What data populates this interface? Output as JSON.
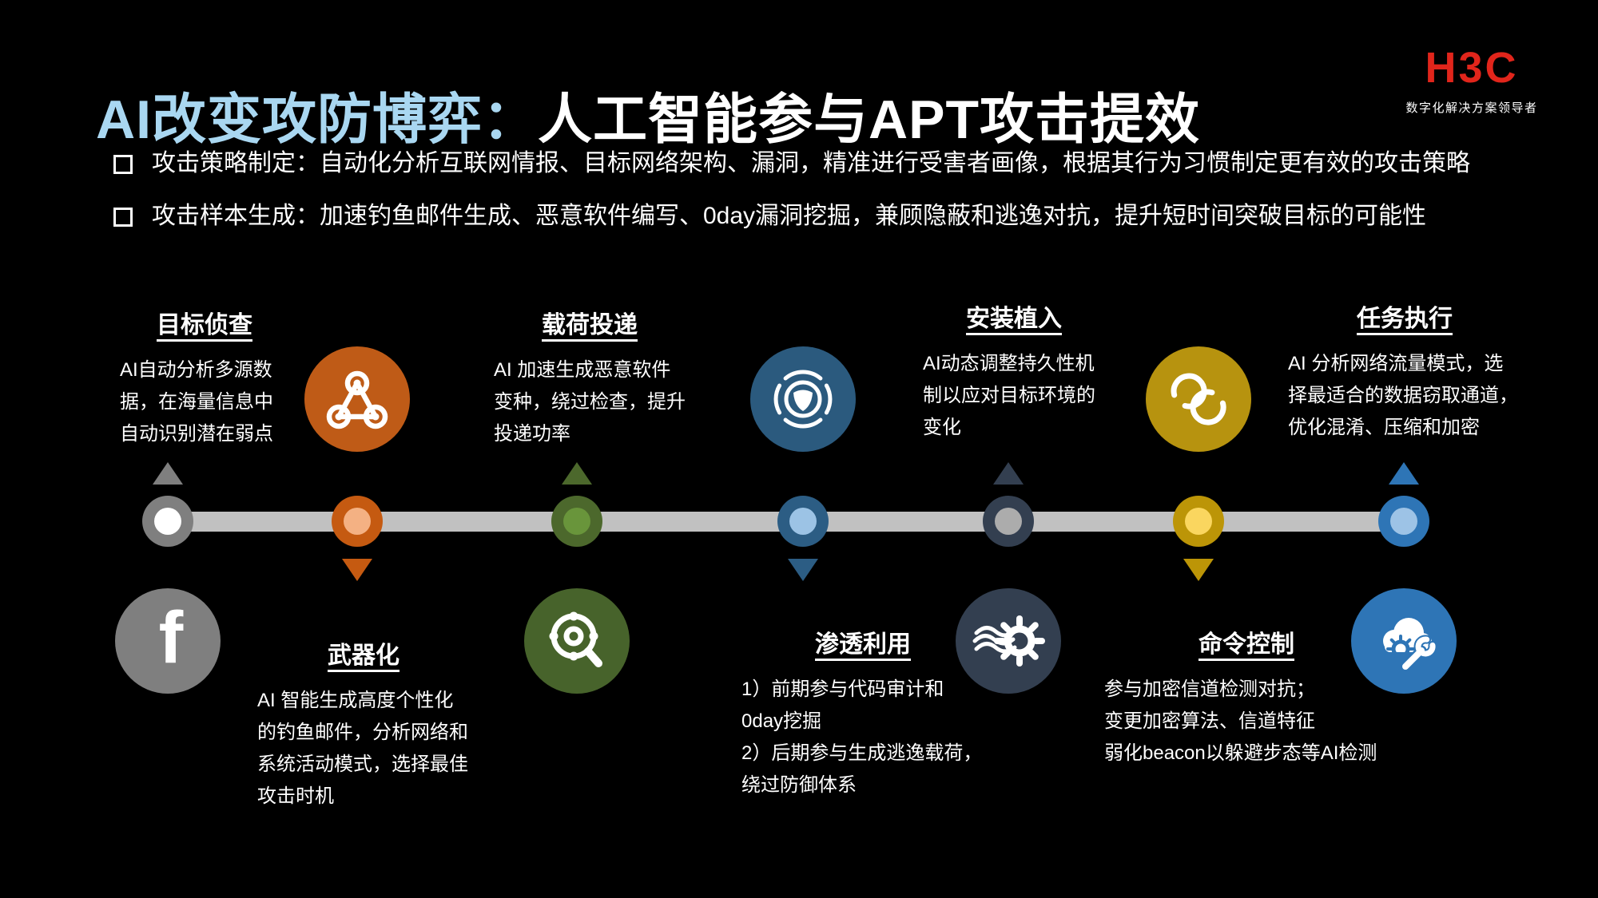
{
  "page_title": {
    "highlight": "AI改变攻防博弈：",
    "rest": "人工智能参与APT攻击提效"
  },
  "brand": {
    "logo_text": "H3C",
    "tagline": "数字化解决方案领导者",
    "logo_color": "#E1251B"
  },
  "bullets": [
    "攻击策略制定：自动化分析互联网情报、目标网络架构、漏洞，精准进行受害者画像，根据其行为习惯制定更有效的攻击策略",
    "攻击样本生成：加速钓鱼邮件生成、恶意软件编写、0day漏洞挖掘，兼顾隐蔽和逃逸对抗，提升短时间突破目标的可能性"
  ],
  "stages": [
    {
      "title": "目标侦查",
      "desc": "AI自动分析多源数据，在海量信息中自动识别潜在弱点",
      "icon": "facebook-icon",
      "icon_color": "#7F7F7F",
      "node": {
        "outer": "#7F7F7F",
        "inner": "#FFFFFF"
      },
      "text_position": "above",
      "icon_position": "below"
    },
    {
      "title": "武器化",
      "desc": "AI 智能生成高度个性化的钓鱼邮件，分析网络和系统活动模式，选择最佳攻击时机",
      "icon": "network-nodes-icon",
      "icon_color": "#BF5B17",
      "node": {
        "outer": "#C55A11",
        "inner": "#F4B183"
      },
      "text_position": "below",
      "icon_position": "above"
    },
    {
      "title": "载荷投递",
      "desc": "AI 加速生成恶意软件变种，绕过检查，提升投递功率",
      "icon": "target-search-icon",
      "icon_color": "#47632B",
      "node": {
        "outer": "#4C682C",
        "inner": "#69953B"
      },
      "text_position": "above",
      "icon_position": "below"
    },
    {
      "title": "渗透利用",
      "desc_lines": [
        "1）前期参与代码审计和0day挖掘",
        "2）后期参与生成逃逸载荷，绕过防御体系"
      ],
      "icon": "radar-shield-icon",
      "icon_color": "#2B5A7E",
      "node": {
        "outer": "#2C5D84",
        "inner": "#9CC3E5"
      },
      "text_position": "below",
      "icon_position": "above"
    },
    {
      "title": "安装植入",
      "desc": "AI动态调整持久性机制以应对目标环境的变化",
      "icon": "gear-flow-icon",
      "icon_color": "#333F50",
      "node": {
        "outer": "#333F50",
        "inner": "#ACACAC"
      },
      "text_position": "above",
      "icon_position": "below"
    },
    {
      "title": "命令控制",
      "desc_lines": [
        "参与加密信道检测对抗；",
        "变更加密算法、信道特征",
        "弱化beacon以躲避步态等AI检测"
      ],
      "icon": "linked-rings-icon",
      "icon_color": "#B7930F",
      "node": {
        "outer": "#BC9507",
        "inner": "#FAD65F"
      },
      "text_position": "below",
      "icon_position": "above"
    },
    {
      "title": "任务执行",
      "desc": "AI 分析网络流量模式，选择最适合的数据窃取通道，优化混淆、压缩和加密",
      "icon": "cloud-tools-icon",
      "icon_color": "#2E75B6",
      "node": {
        "outer": "#2E75B6",
        "inner": "#9DC3E6"
      },
      "text_position": "above",
      "icon_position": "below"
    }
  ],
  "timeline": {
    "bar_color": "#C1C1C1"
  },
  "icons": {
    "facebook_glyph": "f"
  },
  "theme": {
    "background": "#000000",
    "title_highlight_color": "#A9D7F1",
    "text_color": "#FFFFFF"
  }
}
